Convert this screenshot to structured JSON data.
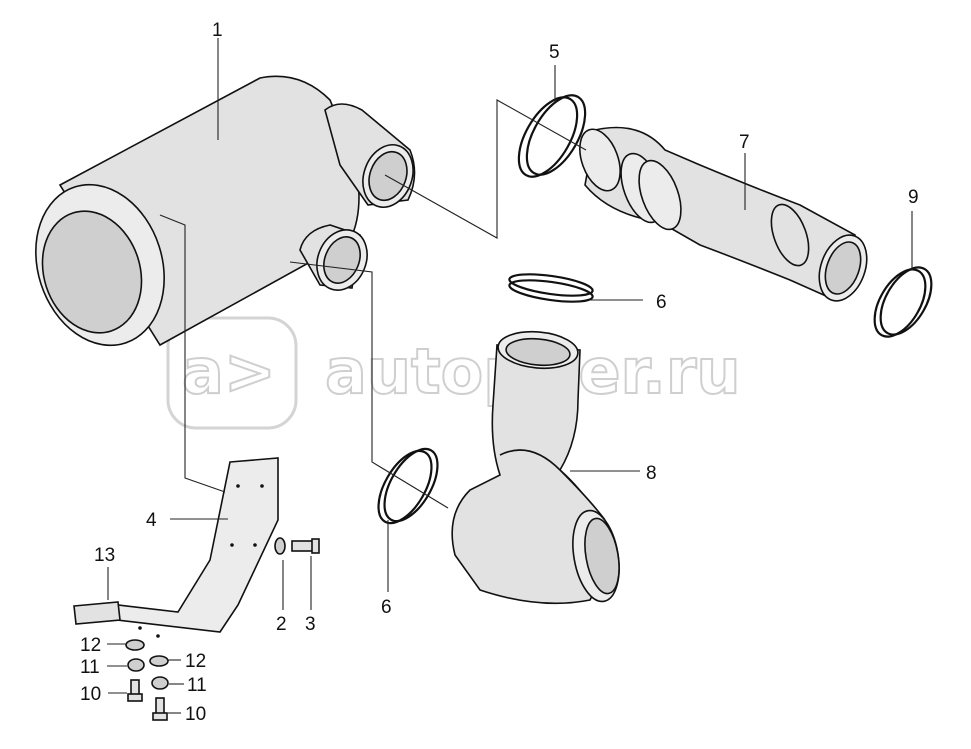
{
  "watermark": {
    "text": "autopiter.ru",
    "logo_symbol": "a>"
  },
  "callouts": {
    "c1": "1",
    "c2": "2",
    "c3": "3",
    "c4": "4",
    "c5": "5",
    "c6_upper": "6",
    "c6_lower": "6",
    "c7": "7",
    "c8": "8",
    "c9": "9",
    "c10_left": "10",
    "c10_right": "10",
    "c11_left": "11",
    "c11_right": "11",
    "c12_left": "12",
    "c12_right": "12",
    "c13": "13"
  }
}
